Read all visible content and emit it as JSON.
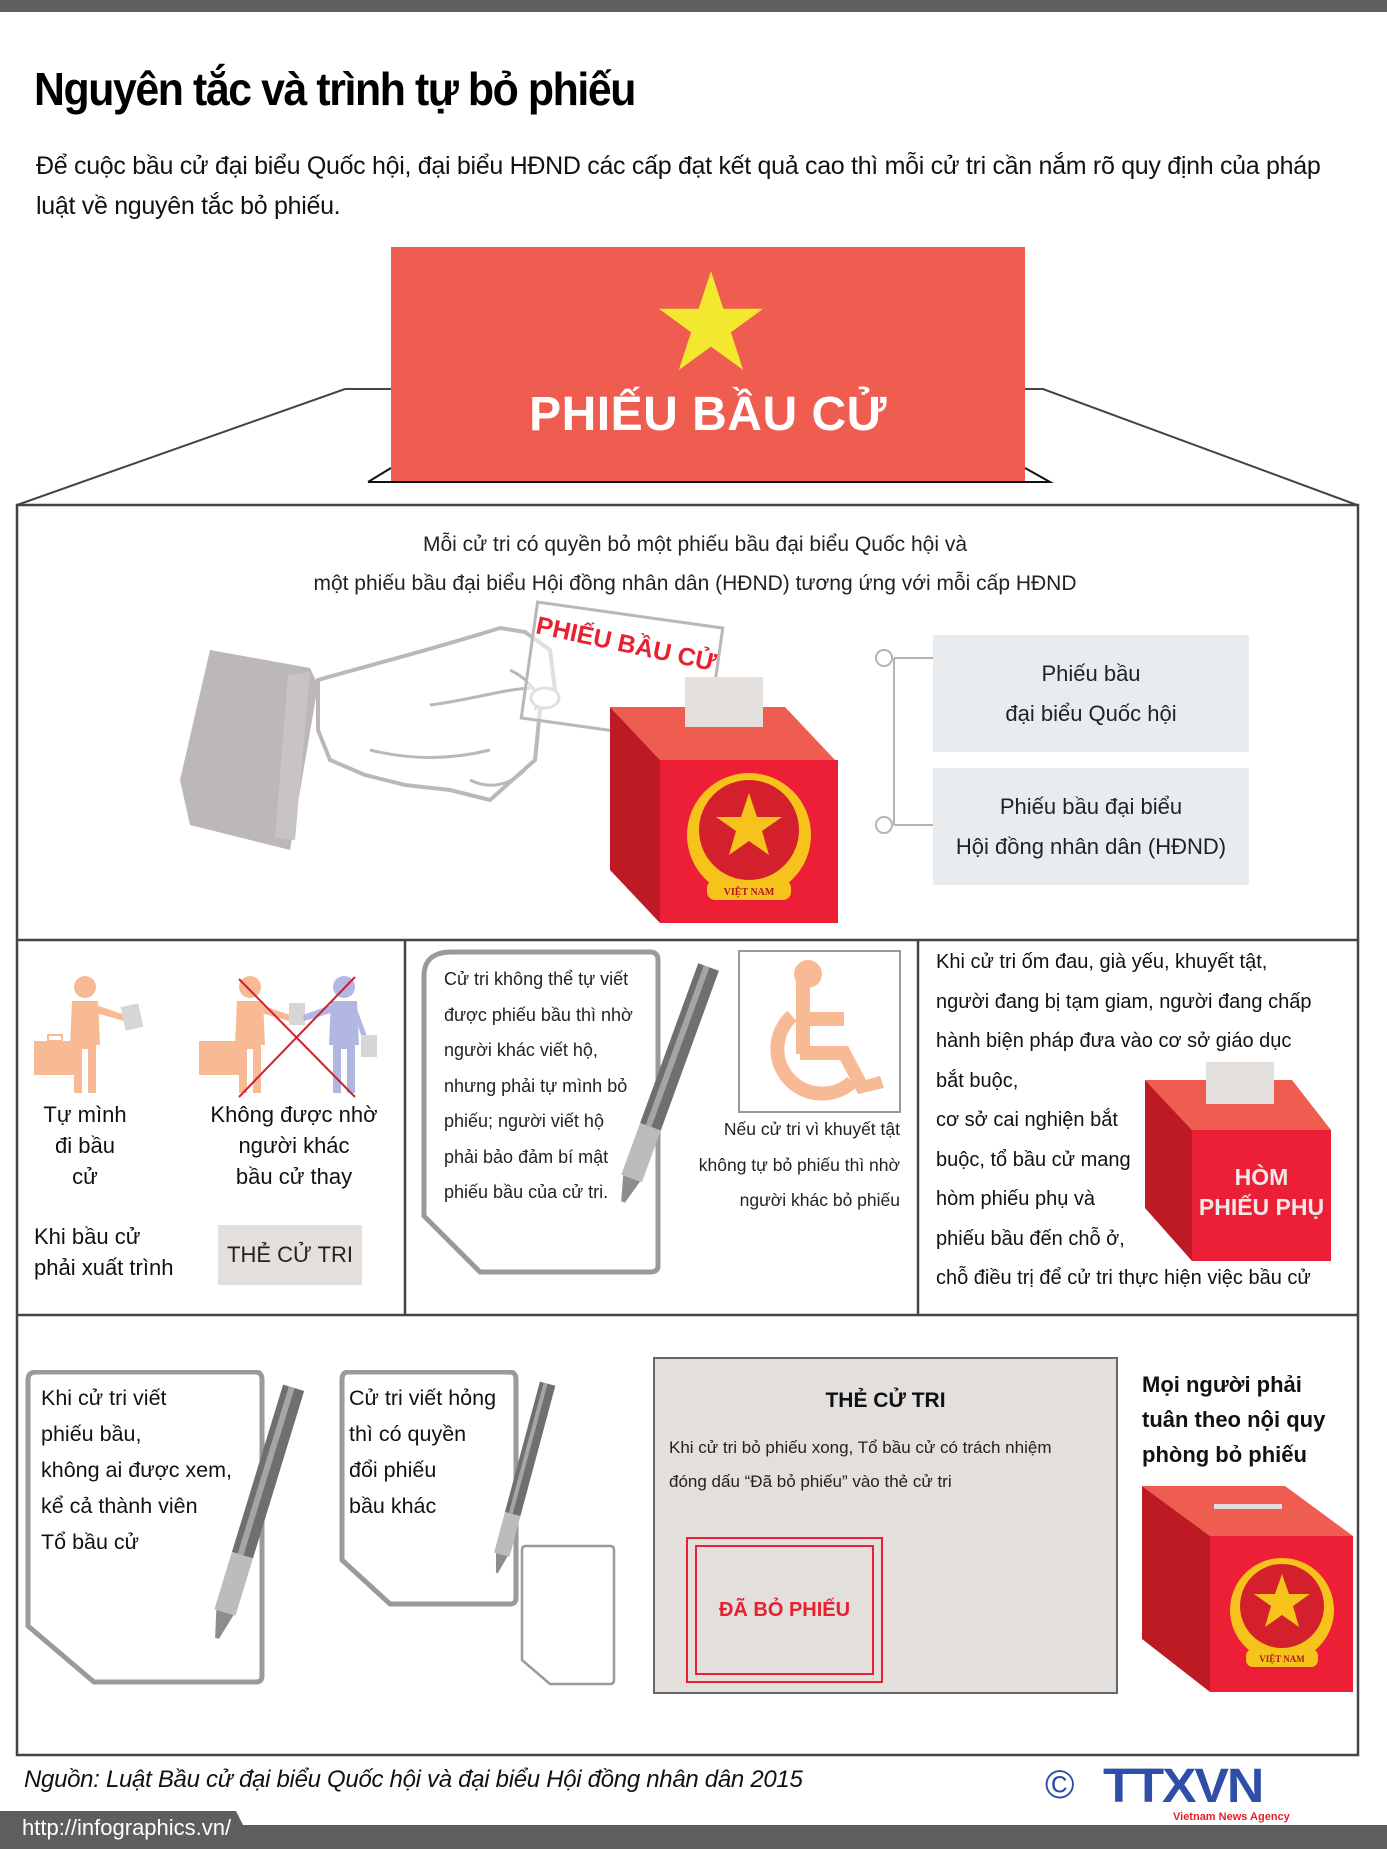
{
  "header": {
    "title": "Nguyên tắc và trình tự bỏ phiếu",
    "intro": "Để cuộc bầu cử đại biểu Quốc hội, đại biểu HĐND các cấp đạt kết quả cao thì mỗi cử tri cần nắm rõ quy định của pháp luật về nguyên tắc bỏ phiếu."
  },
  "ballot_flag": {
    "label": "PHIẾU BẦU CỬ",
    "icon": "star-icon",
    "bg_color": "#ef5d51",
    "star_color": "#f2e82f"
  },
  "section_top": {
    "line1": "Mỗi cử tri có quyền bỏ một phiếu bầu đại biểu Quốc hội và",
    "line2": "một phiếu bầu đại biểu Hội đồng nhân dân (HĐND) tương ứng với mỗi cấp HĐND",
    "hand_card_label": "PHIẾU BẦU CỬ",
    "options": [
      {
        "line1": "Phiếu bầu",
        "line2": "đại biểu Quốc hội"
      },
      {
        "line1": "Phiếu bầu đại biểu",
        "line2": "Hội đồng nhân dân (HĐND)"
      }
    ]
  },
  "section_middle": {
    "self_vote": {
      "line1": "Tự mình",
      "line2": "đi bầu cử"
    },
    "no_proxy": {
      "line1": "Không được nhờ",
      "line2": "người khác",
      "line3": "bầu cử thay"
    },
    "present": {
      "line1": "Khi bầu cử",
      "line2": "phải xuất trình"
    },
    "voter_card_chip": "THẺ CỬ TRI",
    "cannot_write": [
      "Cử tri không thể tự viết",
      "được phiếu bầu thì nhờ",
      "người khác viết hộ,",
      "nhưng phải tự mình bỏ",
      "phiếu; người viết hộ",
      "phải bảo đảm bí mật",
      "phiếu bầu của cử tri."
    ],
    "disabled": [
      "Nếu cử tri vì khuyết tật",
      "không tự bỏ phiếu thì nhờ",
      "người khác bỏ phiếu"
    ],
    "mobile_box_text": [
      "Khi cử tri ốm đau, già yếu, khuyết tật,",
      "người đang bị tạm giam, người đang chấp",
      "hành biện pháp đưa vào cơ sở giáo dục",
      "bắt buộc,",
      "cơ sở cai nghiện bắt",
      "buộc, tổ bầu cử mang",
      "hòm phiếu phụ và",
      "phiếu bầu đến chỗ ở,",
      "chỗ điều trị  để cử tri thực hiện việc bầu cử"
    ],
    "mobile_box_label": {
      "line1": "HÒM",
      "line2": "PHIẾU PHỤ"
    }
  },
  "section_bottom": {
    "secret": [
      "Khi cử tri viết",
      "phiếu bầu,",
      "không ai được xem,",
      "kể cả thành viên",
      "Tổ bầu cử"
    ],
    "spoiled": [
      "Cử tri viết hỏng",
      "thì có quyền",
      "đổi phiếu",
      "bầu khác"
    ],
    "voter_card": {
      "title": "THẺ CỬ TRI",
      "body_line1": "Khi cử tri bỏ phiếu xong, Tổ bầu cử có trách nhiệm",
      "body_line2": "đóng dấu “Đã bỏ phiếu” vào thẻ cử tri",
      "stamp": "ĐÃ BỎ PHIẾU"
    },
    "rules": [
      "Mọi người phải",
      "tuân theo nội quy",
      "phòng bỏ phiếu"
    ]
  },
  "footer": {
    "source": "Nguồn: Luật Bầu cử đại biểu Quốc hội và đại biểu Hội đồng nhân dân 2015",
    "url": "http://infographics.vn/",
    "copyright": "©",
    "logo_text": "TTXVN",
    "logo_tagline": "Vietnam News Agency"
  },
  "colors": {
    "box_red": "#ec1f36",
    "box_dark": "#bd1a23",
    "box_top": "#ef5d51",
    "emblem_gold": "#f6c21c",
    "person_orange": "#f8b995",
    "person_blue": "#b2b7e2",
    "cross_red": "#d0202e",
    "option_bg": "#e9ecef",
    "card_gray": "#e2dfdd",
    "logo_blue": "#2f4ea8",
    "logo_red": "#e11f2b"
  }
}
